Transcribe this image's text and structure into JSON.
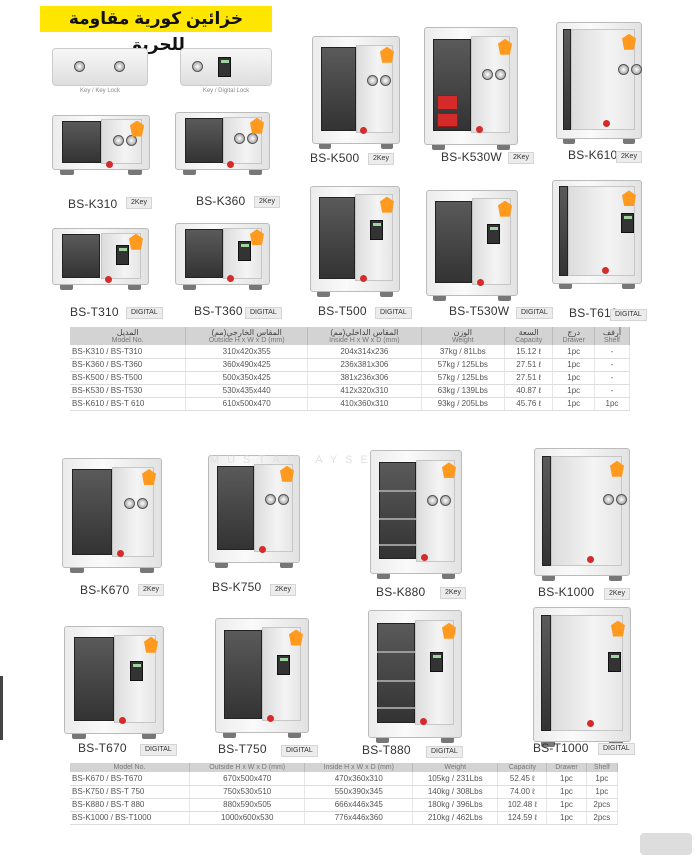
{
  "title": "خزائين كورية مقاومة للحريق",
  "locks": [
    {
      "caption": "Key / Key Lock"
    },
    {
      "caption": "Key / Digital Lock"
    }
  ],
  "colors": {
    "banner": "#ffe600",
    "sticker": "#ff9a1f",
    "badge": "#d52b2b"
  },
  "icons": [
    "dial-lock-icon",
    "digital-keypad-icon"
  ],
  "models": [
    {
      "name": "BS-K310",
      "tag": "2Key"
    },
    {
      "name": "BS-K360",
      "tag": "2Key"
    },
    {
      "name": "BS-K500",
      "tag": "2Key"
    },
    {
      "name": "BS-K530W",
      "tag": "2Key"
    },
    {
      "name": "BS-K610",
      "tag": "2Key"
    },
    {
      "name": "BS-T310",
      "tag": "DIGITAL"
    },
    {
      "name": "BS-T360",
      "tag": "DIGITAL"
    },
    {
      "name": "BS-T500",
      "tag": "DIGITAL"
    },
    {
      "name": "BS-T530W",
      "tag": "DIGITAL"
    },
    {
      "name": "BS-T610",
      "tag": "DIGITAL"
    },
    {
      "name": "BS-K670",
      "tag": "2Key"
    },
    {
      "name": "BS-K750",
      "tag": "2Key"
    },
    {
      "name": "BS-K880",
      "tag": "2Key"
    },
    {
      "name": "BS-K1000",
      "tag": "2Key"
    },
    {
      "name": "BS-T670",
      "tag": "DIGITAL"
    },
    {
      "name": "BS-T750",
      "tag": "DIGITAL"
    },
    {
      "name": "BS-T880",
      "tag": "DIGITAL"
    },
    {
      "name": "BS-T1000",
      "tag": "DIGITAL"
    }
  ],
  "table1": {
    "headers": [
      {
        "ar": "المديل",
        "en": "Model No."
      },
      {
        "ar": "المقاس الخارجي(مم)",
        "en": "Outside H x W x D (mm)"
      },
      {
        "ar": "المقاس الداخلي(مم)",
        "en": "Inside H x W x D (mm)"
      },
      {
        "ar": "الوزن",
        "en": "Weight"
      },
      {
        "ar": "السعة",
        "en": "Capacity"
      },
      {
        "ar": "درج",
        "en": "Drawer"
      },
      {
        "ar": "أرفف",
        "en": "Shelf"
      }
    ],
    "rows": [
      [
        "BS-K310 / BS-T310",
        "310x420x355",
        "204x314x236",
        "37kg / 81Lbs",
        "15.12 ℓ",
        "1pc",
        "-"
      ],
      [
        "BS-K360 / BS-T360",
        "360x490x425",
        "236x381x306",
        "57kg / 125Lbs",
        "27.51 ℓ",
        "1pc",
        "-"
      ],
      [
        "BS-K500 / BS-T500",
        "500x350x425",
        "381x236x306",
        "57kg / 125Lbs",
        "27.51 ℓ",
        "1pc",
        "-"
      ],
      [
        "BS-K530 / BS-T530",
        "530x435x440",
        "412x320x310",
        "63kg / 139Lbs",
        "40.87 ℓ",
        "1pc",
        "-"
      ],
      [
        "BS-K610 / BS-T 610",
        "610x500x470",
        "410x360x310",
        "93kg / 205Lbs",
        "45.76 ℓ",
        "1pc",
        "1pc"
      ]
    ]
  },
  "table2": {
    "headers": [
      {
        "en": "Model No."
      },
      {
        "en": "Outside H x W x D (mm)"
      },
      {
        "en": "Inside H x W x D (mm)"
      },
      {
        "en": "Weight"
      },
      {
        "en": "Capacity"
      },
      {
        "en": "Drawer"
      },
      {
        "en": "Shelf"
      }
    ],
    "rows": [
      [
        "BS-K670 / BS-T670",
        "670x500x470",
        "470x360x310",
        "105kg / 231Lbs",
        "52.45 ℓ",
        "1pc",
        "1pc"
      ],
      [
        "BS-K750 / BS-T 750",
        "750x530x510",
        "550x390x345",
        "140kg / 308Lbs",
        "74.00 ℓ",
        "1pc",
        "1pc"
      ],
      [
        "BS-K880 / BS-T 880",
        "880x590x505",
        "666x446x345",
        "180kg / 396Lbs",
        "102.48 ℓ",
        "1pc",
        "2pcs"
      ],
      [
        "BS-K1000 / BS-T1000",
        "1000x600x530",
        "776x446x360",
        "210kg / 462Lbs",
        "124.59 ℓ",
        "1pc",
        "2pcs"
      ]
    ]
  },
  "watermark": "MUSTAM AYSE"
}
